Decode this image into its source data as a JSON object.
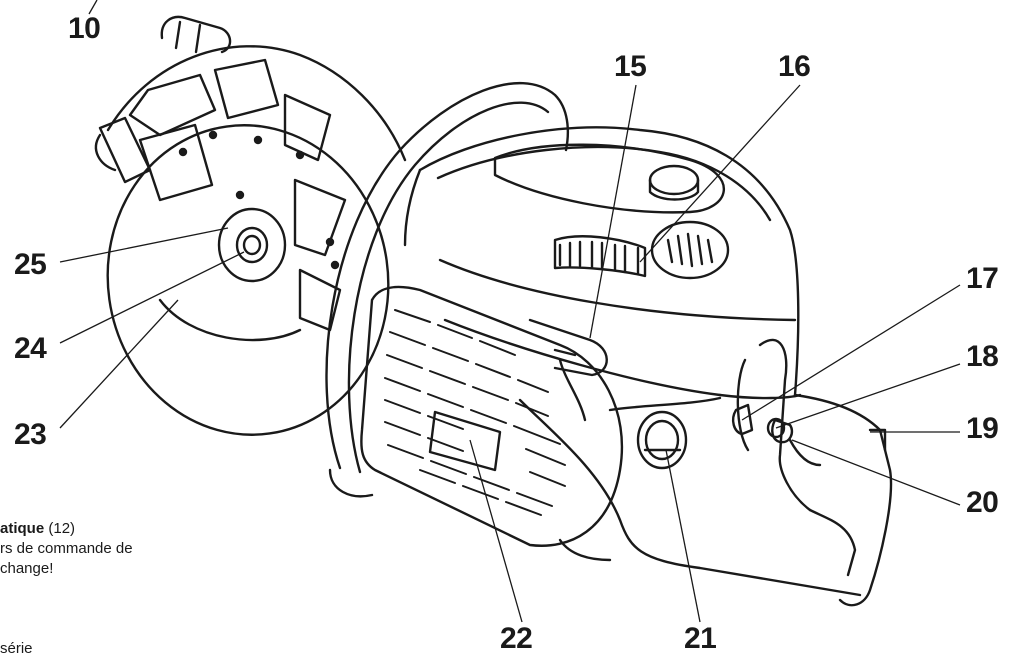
{
  "callouts": {
    "n10": "10",
    "n15": "15",
    "n16": "16",
    "n17": "17",
    "n18": "18",
    "n19": "19",
    "n20": "20",
    "n21": "21",
    "n22": "22",
    "n23": "23",
    "n24": "24",
    "n25": "25"
  },
  "margin_text": {
    "line1_bold": "atique",
    "line1_rest": " (12)",
    "line2": "rs de commande de",
    "line3": "change!",
    "line4": "série"
  }
}
